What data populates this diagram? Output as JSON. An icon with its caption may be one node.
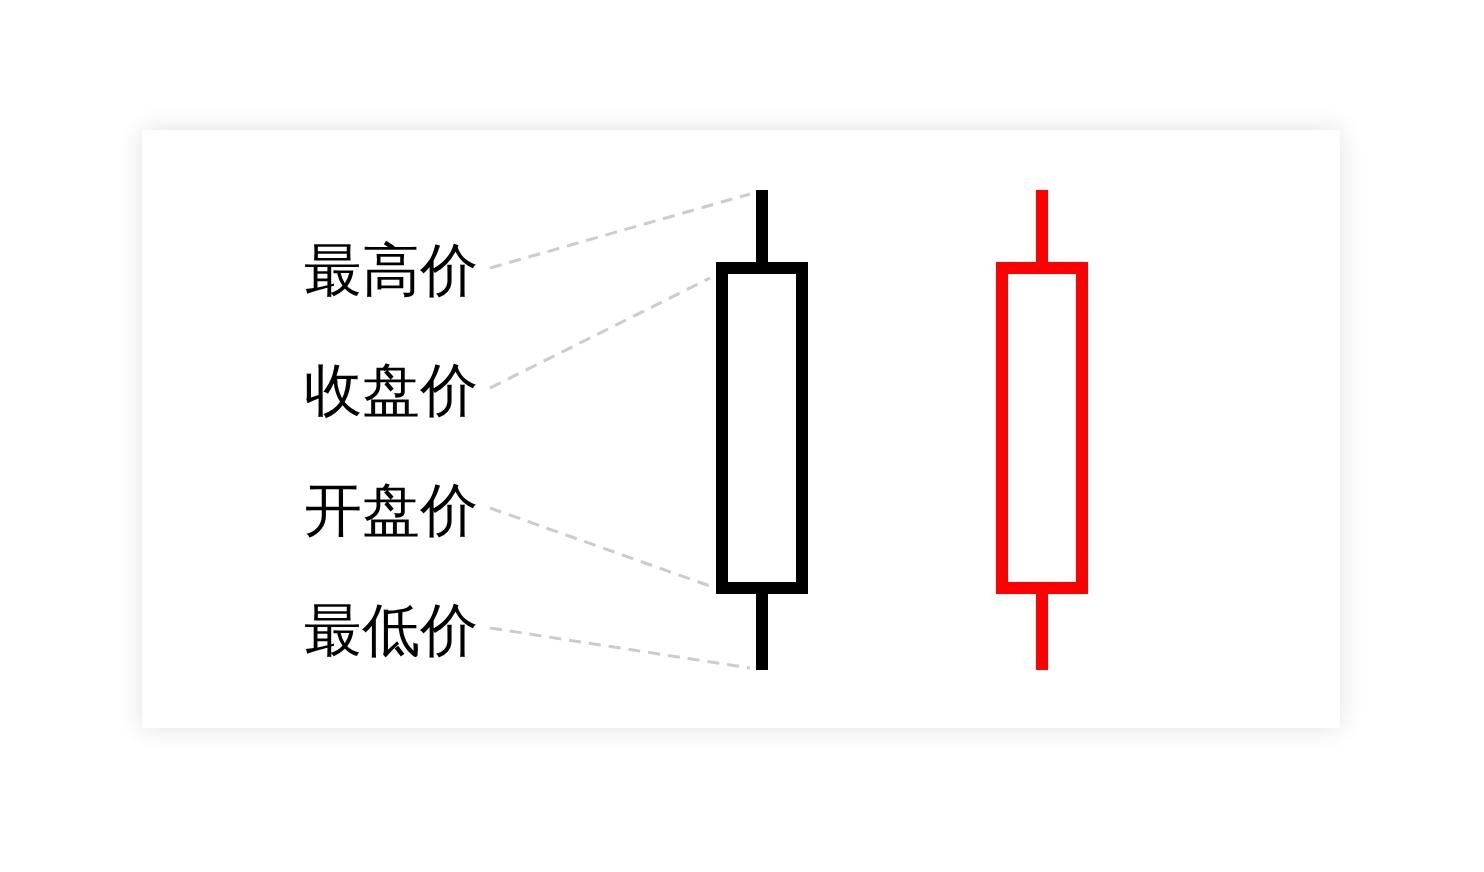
{
  "diagram": {
    "nodes": [
      {
        "text": [
          "最高价"
        ]
      },
      {
        "text": [
          "收盘价"
        ]
      },
      {
        "text": [
          "开盘价"
        ]
      },
      {
        "text": [
          "最低价"
        ]
      },
      {
        "text": [],
        "shape": "bar"
      },
      {
        "text": [],
        "shape": "box"
      },
      {
        "text": [],
        "shape": "bar"
      },
      {
        "text": [],
        "shape": "bar"
      },
      {
        "text": [],
        "shape": "box"
      },
      {
        "text": [],
        "shape": "bar"
      }
    ],
    "edges": [
      {
        "from": 0,
        "to": 4,
        "arrow": "none",
        "style": "dashed"
      },
      {
        "from": 1,
        "to": 5,
        "arrow": "none",
        "style": "dashed"
      },
      {
        "from": 2,
        "to": 5,
        "arrow": "none",
        "style": "dashed"
      },
      {
        "from": 3,
        "to": 6,
        "arrow": "none",
        "style": "dashed"
      }
    ]
  }
}
